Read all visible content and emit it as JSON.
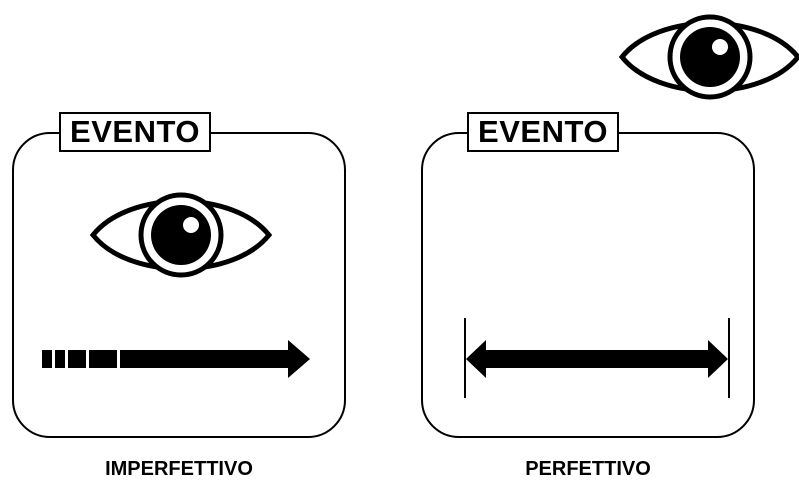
{
  "panels": [
    {
      "label": "EVENTO",
      "caption": "IMPERFETTIVO",
      "arrow": "one-way-dashed-tail",
      "eye": "inside-box"
    },
    {
      "label": "EVENTO",
      "caption": "PERFETTIVO",
      "arrow": "two-way-bounded",
      "eye": "outside-box"
    }
  ],
  "icons": [
    "eye-icon",
    "arrow-icon",
    "double-arrow-icon"
  ],
  "colors": {
    "ink": "#000000",
    "background": "#ffffff"
  }
}
